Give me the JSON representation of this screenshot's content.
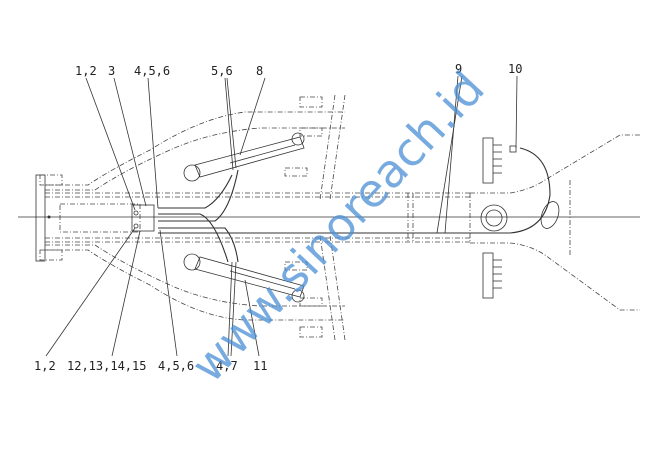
{
  "labels_top": [
    "1,2",
    "3",
    "4,5,6",
    "5,6",
    "8",
    "9",
    "10"
  ],
  "labels_bottom": [
    "1,2",
    "12,13,14,15",
    "4,5,6",
    "4,7",
    "11"
  ],
  "watermark": "www.sinoreach.id",
  "colors": {
    "line": "#333333",
    "watermark": "#4a8fd6"
  }
}
